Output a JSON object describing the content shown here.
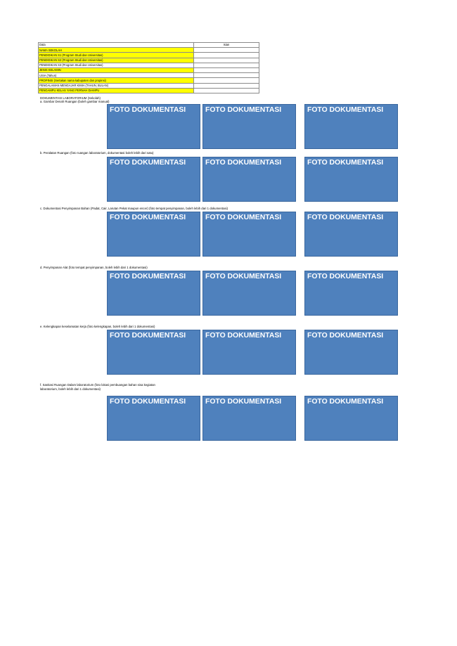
{
  "table": {
    "rows": [
      {
        "label": "Data",
        "value": "Isian",
        "highlight": false
      },
      {
        "label": "NAMA SEKOLAH",
        "value": "",
        "highlight": true
      },
      {
        "label": "PENDIDIKAN S1 (Program Studi dan Universitas)",
        "value": "",
        "highlight": true
      },
      {
        "label": "PENDIDIKAN S2 (Program Studi dan Universitas)",
        "value": "",
        "highlight": true
      },
      {
        "label": "PENDIDIKAN S3 (Program Studi dan Universitas)",
        "value": "",
        "highlight": false
      },
      {
        "label": "JENIS KELAMIN",
        "value": "",
        "highlight": true
      },
      {
        "label": "USIA (Tahun)",
        "value": "",
        "highlight": false
      },
      {
        "label": "PROPINSI (Sertakan nama kabupaten dan propinsi)",
        "value": "",
        "highlight": true
      },
      {
        "label": "PENGALAMAN MENGAJAR KIMIA (TAHUN, BULAN)",
        "value": "",
        "highlight": false
      },
      {
        "label": "PENGAMPU KELAS YANG PERNAH DIAMPU",
        "value": "",
        "highlight": true
      }
    ]
  },
  "doc_heading": "DOKUMENTASI LABORATORIUM (Sekolah)",
  "photo_label": "FOTO DOKUMENTASI",
  "sections": [
    {
      "lines": [
        "a. Gambar Denah Ruangan (boleh gambar manual)"
      ]
    },
    {
      "lines": [
        "b. Peralatan Ruangan (foto ruangan laboratorium, dokumentasi boleh lebih dari satu)"
      ]
    },
    {
      "lines": [
        "c. Dokumentasi Penyimpanan Bahan (Padat, Cair, Larutan Pekat maupun encer) (foto tempat penyimpanan, boleh lebih dari 1 dokumentasi)"
      ]
    },
    {
      "lines": [
        "d. Penyimpanan Alat (foto tempat penyimpanan, boleh lebih dari 1 dokumentasi)"
      ]
    },
    {
      "lines": [
        "e. Kelengkapan keselamatan kerja (foto kelengkapan, boleh lebih dari 1 dokumentasi)"
      ]
    },
    {
      "lines": [
        "f. Sanitasi Ruangan Dalam laboratorium (foto lokasi pembuangan bahan sisa kegiatan",
        "laboratorium, boleh lebih dari 1 dokumentasi)"
      ]
    }
  ]
}
